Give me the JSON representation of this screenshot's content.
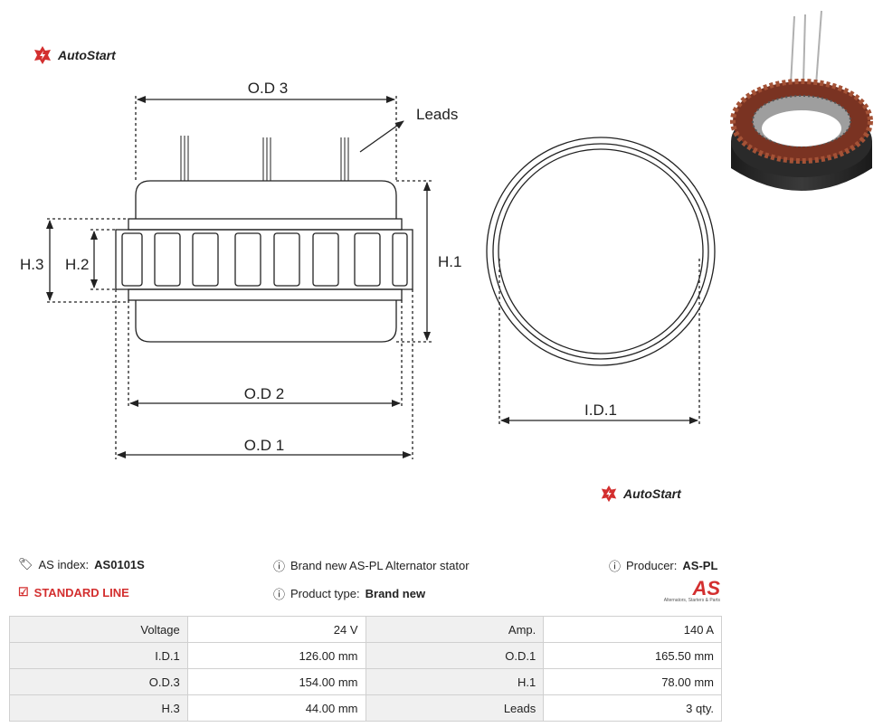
{
  "brand": {
    "name": "AutoStart",
    "accent": "#d32f2f"
  },
  "diagram": {
    "labels": {
      "od3": "O.D 3",
      "leads": "Leads",
      "h1": "H.1",
      "h2": "H.2",
      "h3": "H.3",
      "od2": "O.D 2",
      "od1": "O.D 1",
      "id1": "I.D.1"
    }
  },
  "info": {
    "as_index_label": "AS index:",
    "as_index_value": "AS0101S",
    "standard_line": "STANDARD LINE",
    "description": "Brand new AS-PL Alternator stator",
    "product_type_label": "Product type:",
    "product_type_value": "Brand new",
    "producer_label": "Producer:",
    "producer_value": "AS-PL",
    "producer_logo_text": "AS",
    "producer_logo_sub": "Alternators, Starters & Parts"
  },
  "specs": [
    {
      "label1": "Voltage",
      "value1": "24 V",
      "label2": "Amp.",
      "value2": "140 A"
    },
    {
      "label1": "I.D.1",
      "value1": "126.00 mm",
      "label2": "O.D.1",
      "value2": "165.50 mm"
    },
    {
      "label1": "O.D.3",
      "value1": "154.00 mm",
      "label2": "H.1",
      "value2": "78.00 mm"
    },
    {
      "label1": "H.3",
      "value1": "44.00 mm",
      "label2": "Leads",
      "value2": "3 qty."
    }
  ]
}
